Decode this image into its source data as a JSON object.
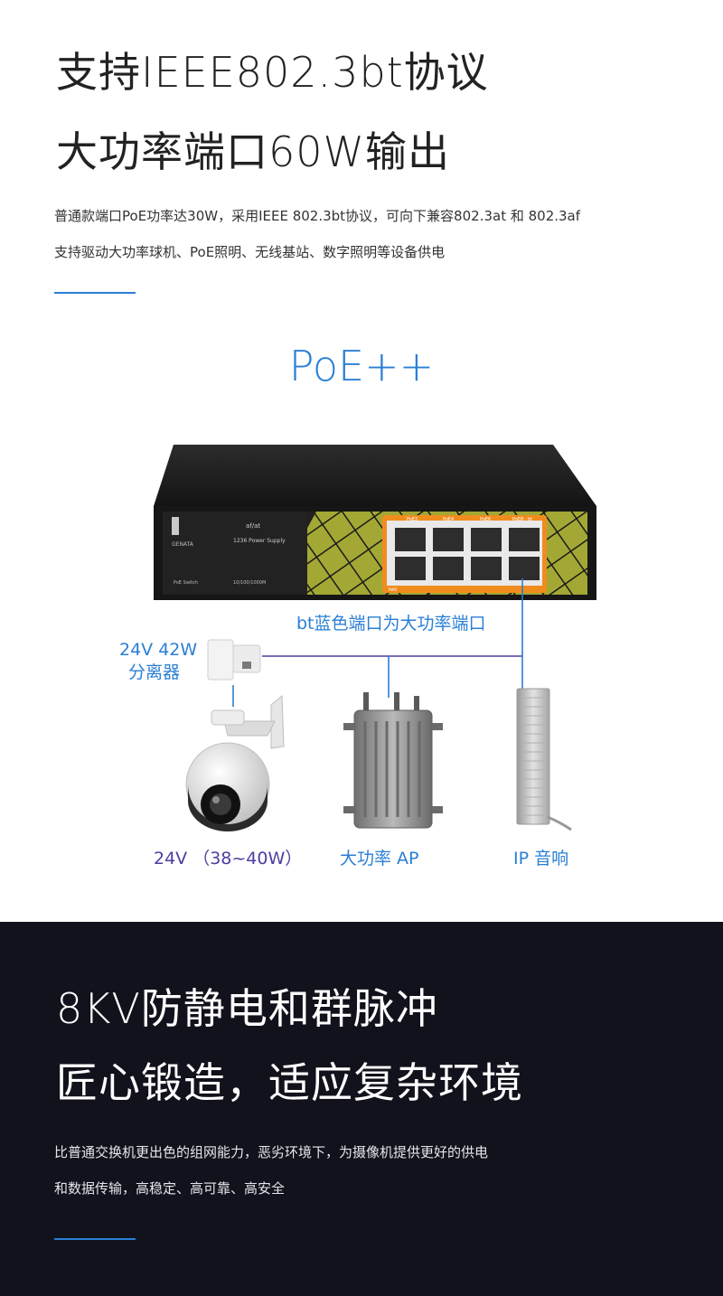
{
  "section1": {
    "headline_line1": "支持IEEE802.3bt协议",
    "headline_line2": "大功率端口60W输出",
    "desc_line1": "普通款端口PoE功率达30W，采用IEEE 802.3bt协议，可向下兼容802.3at 和 802.3af",
    "desc_line2": "支持驱动大功率球机、PoE照明、无线基站、数字照明等设备供电",
    "accent_color": "#2a7fd4"
  },
  "diagram": {
    "title": "PoE++",
    "switch": {
      "brand": "GENATA",
      "model_line1": "af/at",
      "model_line2": "1236 Power Supply",
      "left_label": "PoE Switch",
      "speed_label": "10/100/1000M",
      "port_labels": [
        "PoE2",
        "PoE4",
        "PoE6",
        "PoE8 · bt"
      ],
      "pwr_label": "PWR"
    },
    "bt_port_note": "bt蓝色端口为大功率端口",
    "splitter_label_line1": "24V 42W",
    "splitter_label_line2": "分离器",
    "devices": [
      {
        "label": "24V （38~40W）",
        "icon": "ptz-camera-icon"
      },
      {
        "label": "大功率 AP",
        "icon": "outdoor-ap-icon"
      },
      {
        "label": "IP 音响",
        "icon": "column-speaker-icon"
      }
    ],
    "colors": {
      "blue": "#2a7fd4",
      "purple": "#4b3fa0",
      "orange": "#f08c1e",
      "olive": "#a3a834"
    }
  },
  "section2": {
    "headline_line1": "8KV防静电和群脉冲",
    "headline_line2": "匠心锻造，适应复杂环境",
    "desc_line1": "比普通交换机更出色的组网能力，恶劣环境下，为摄像机提供更好的供电",
    "desc_line2": "和数据传输，高稳定、高可靠、高安全",
    "background": "#12121c"
  }
}
